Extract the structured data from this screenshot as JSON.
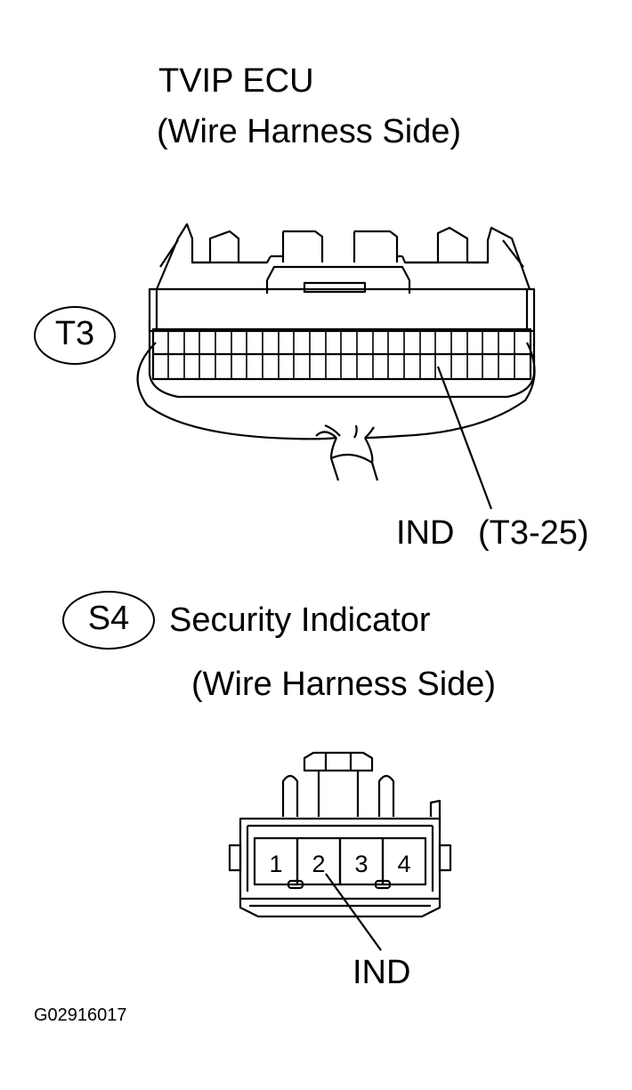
{
  "ecu": {
    "title": "TVIP ECU",
    "subtitle": "(Wire Harness Side)",
    "connector_code": "T3",
    "terminal_label": "IND",
    "terminal_ref": "(T3-25)"
  },
  "indicator": {
    "connector_code": "S4",
    "title": "Security Indicator",
    "subtitle": "(Wire Harness Side)",
    "pins": [
      "1",
      "2",
      "3",
      "4"
    ],
    "terminal_label": "IND"
  },
  "figure_code": "G02916017",
  "colors": {
    "line": "#000000",
    "background": "#ffffff"
  }
}
